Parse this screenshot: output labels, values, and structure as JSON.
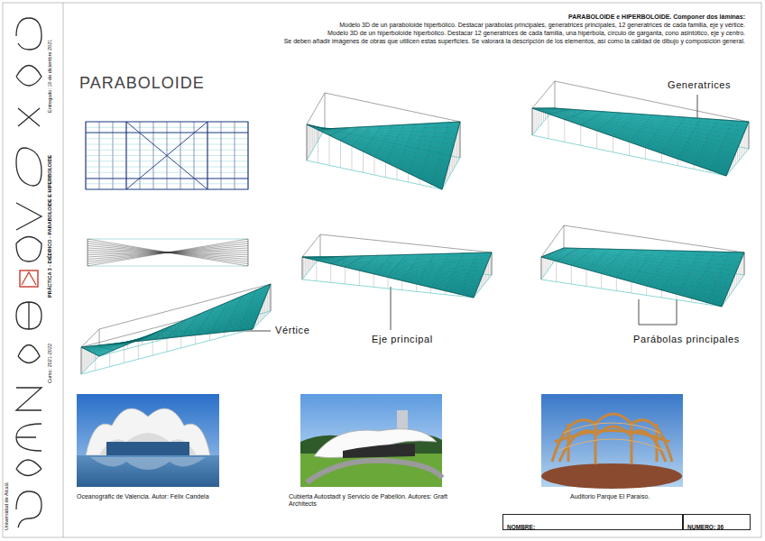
{
  "diagram": {
    "title": "PARABOLOIDE",
    "nodes": [
      {
        "text": [
          "NOMBRE:"
        ]
      },
      {
        "text": [
          "NUMERO: 36"
        ]
      }
    ],
    "labels": [
      "PARABOLOIDE e HIPERBOLOIDE. Componer dos láminas:",
      "Modelo 3D de un paraboloide hiperbólico. Destacar parábolas principales, generatrices principales, 12 generatrices de cada familia, eje y vértice.",
      "Modelo 3D de un hiperboloide hiperbólico. Destacar 12 generatrices de cada familia, una hipérbola, círculo de garganta, cono asintótico, eje y centro.",
      "Se deben añadir imágenes de obras que utilicen estas superficies. Se valorará la descripción de los elementos, así como la calidad de dibujo y composición general.",
      "Generatrices",
      "Vértice",
      "Eje principal",
      "Parábolas principales",
      "Oceanogràfic de Valencia. Autor: Félix Candela",
      "Cubierta Autostadt y Servicio de Pabellón. Autores: Graft Architects",
      "Auditorio Parque El Paraíso.",
      "Universidad de Alcalá",
      "Curso: 2021-2022",
      "PRÁCTICA 3 - DIÉDRICO - PARABOLOIDE E HIPERBOLOIDE",
      "Entregado: 10 de diciembre 2021"
    ]
  }
}
